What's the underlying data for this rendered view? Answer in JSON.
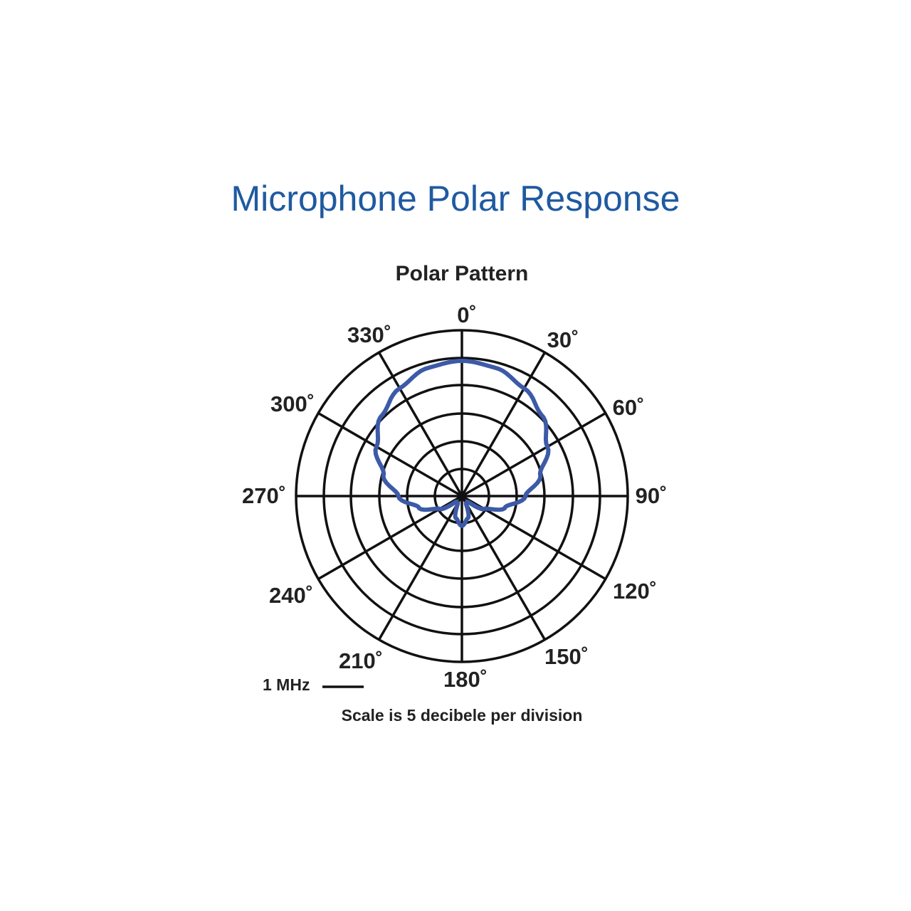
{
  "title": "Microphone Polar Response",
  "colors": {
    "title": "#1f5aa0",
    "curve": "#3d5aa8",
    "grid": "#111111"
  },
  "chart_data": {
    "type": "polar",
    "title": "Polar Pattern",
    "angle_labels": [
      "0˚",
      "30˚",
      "60˚",
      "90˚",
      "120˚",
      "150˚",
      "180˚",
      "210˚",
      "240˚",
      "270˚",
      "300˚",
      "330˚"
    ],
    "angles_deg": [
      0,
      30,
      60,
      90,
      120,
      150,
      180,
      210,
      240,
      270,
      300,
      330
    ],
    "rings": 6,
    "scale_note": "Scale is 5 decibele per division",
    "legend": [
      {
        "label": "1 MHz",
        "color": "#111111"
      }
    ],
    "series": [
      {
        "name": "1 MHz",
        "pattern": "supercardioid",
        "relative_radius_by_angle": {
          "0": 1.0,
          "15": 0.98,
          "30": 0.92,
          "45": 0.84,
          "60": 0.73,
          "75": 0.6,
          "90": 0.47,
          "105": 0.33,
          "120": 0.19,
          "135": 0.06,
          "150": 0.06,
          "165": 0.17,
          "180": 0.22
        }
      }
    ]
  }
}
